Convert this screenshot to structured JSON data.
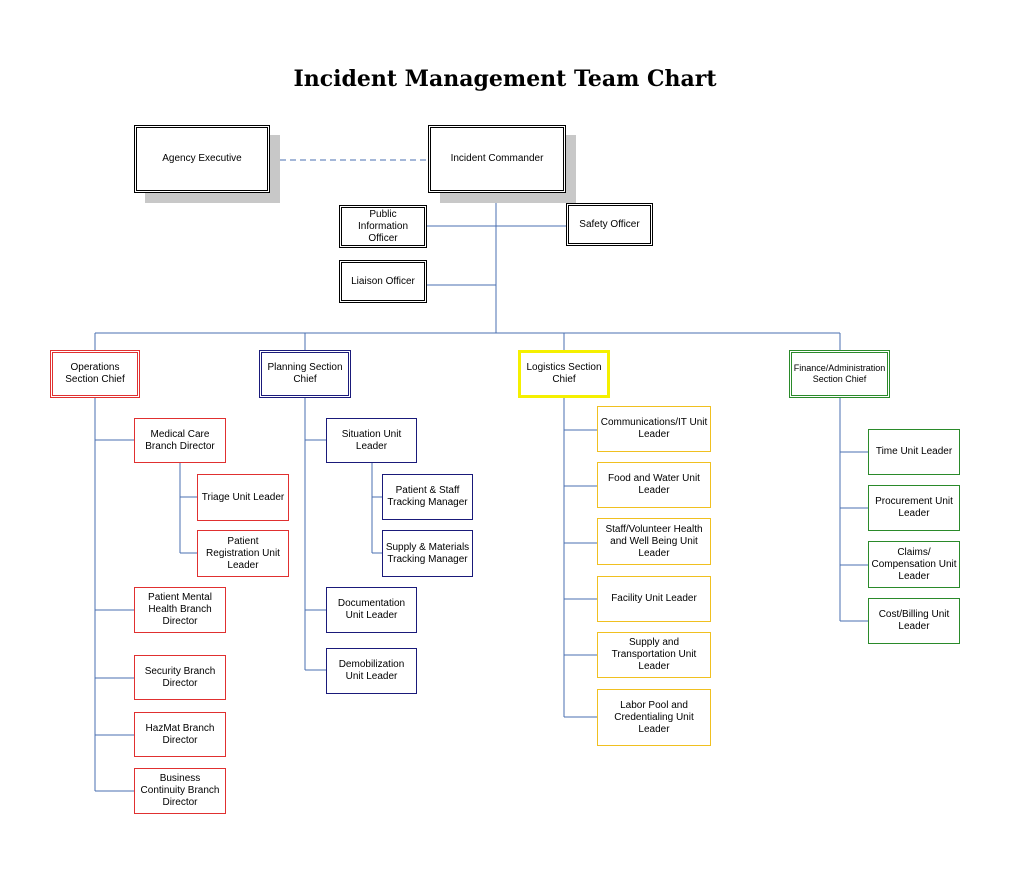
{
  "title": "Incident Management Team Chart",
  "colors": {
    "connector": "#4a6fb0",
    "operations": "#e03030",
    "planning": "#1a1a7a",
    "logistics": "#f0c020",
    "logistics_highlight": "#f5f000",
    "finance": "#2a8a2a",
    "command": "#000000"
  },
  "command": {
    "agency_executive": "Agency Executive",
    "incident_commander": "Incident Commander",
    "public_information_officer": "Public Information Officer",
    "safety_officer": "Safety Officer",
    "liaison_officer": "Liaison Officer"
  },
  "sections": {
    "operations": {
      "chief": "Operations Section Chief",
      "medical_care": "Medical Care Branch Director",
      "triage": "Triage Unit Leader",
      "patient_registration": "Patient Registration Unit Leader",
      "mental_health": "Patient Mental Health Branch Director",
      "security": "Security Branch Director",
      "hazmat": "HazMat Branch Director",
      "business_continuity": "Business Continuity Branch Director"
    },
    "planning": {
      "chief": "Planning Section Chief",
      "situation": "Situation Unit Leader",
      "patient_staff_tracking": "Patient & Staff Tracking Manager",
      "supply_materials_tracking": "Supply & Materials Tracking Manager",
      "documentation": "Documentation Unit Leader",
      "demobilization": "Demobilization Unit Leader"
    },
    "logistics": {
      "chief": "Logistics Section Chief",
      "communications_it": "Communications/IT Unit Leader",
      "food_water": "Food and Water Unit Leader",
      "staff_health": "Staff/Volunteer Health and Well Being Unit Leader",
      "facility": "Facility Unit Leader",
      "supply_transportation": "Supply and Transportation Unit Leader",
      "labor_pool": "Labor Pool and Credentialing Unit Leader"
    },
    "finance": {
      "chief": "Finance/Administration Section Chief",
      "time": "Time Unit Leader",
      "procurement": "Procurement Unit Leader",
      "claims": "Claims/ Compensation Unit Leader",
      "cost_billing": "Cost/Billing Unit Leader"
    }
  }
}
